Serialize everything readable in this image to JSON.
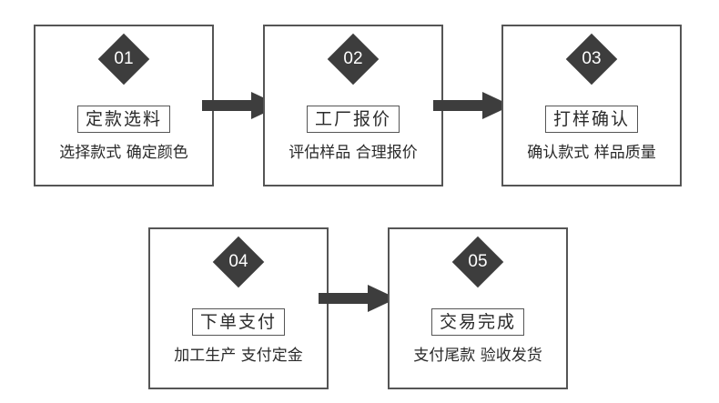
{
  "steps": [
    {
      "num": "01",
      "title": "定款选料",
      "desc": "选择款式 确定颜色"
    },
    {
      "num": "02",
      "title": "工厂报价",
      "desc": "评估样品 合理报价"
    },
    {
      "num": "03",
      "title": "打样确认",
      "desc": "确认款式 样品质量"
    },
    {
      "num": "04",
      "title": "下单支付",
      "desc": "加工生产 支付定金"
    },
    {
      "num": "05",
      "title": "交易完成",
      "desc": "支付尾款 验收发货"
    }
  ],
  "colors": {
    "diamond": "#3d3d3d",
    "border": "#555555",
    "arrow": "#3d3d3d"
  }
}
